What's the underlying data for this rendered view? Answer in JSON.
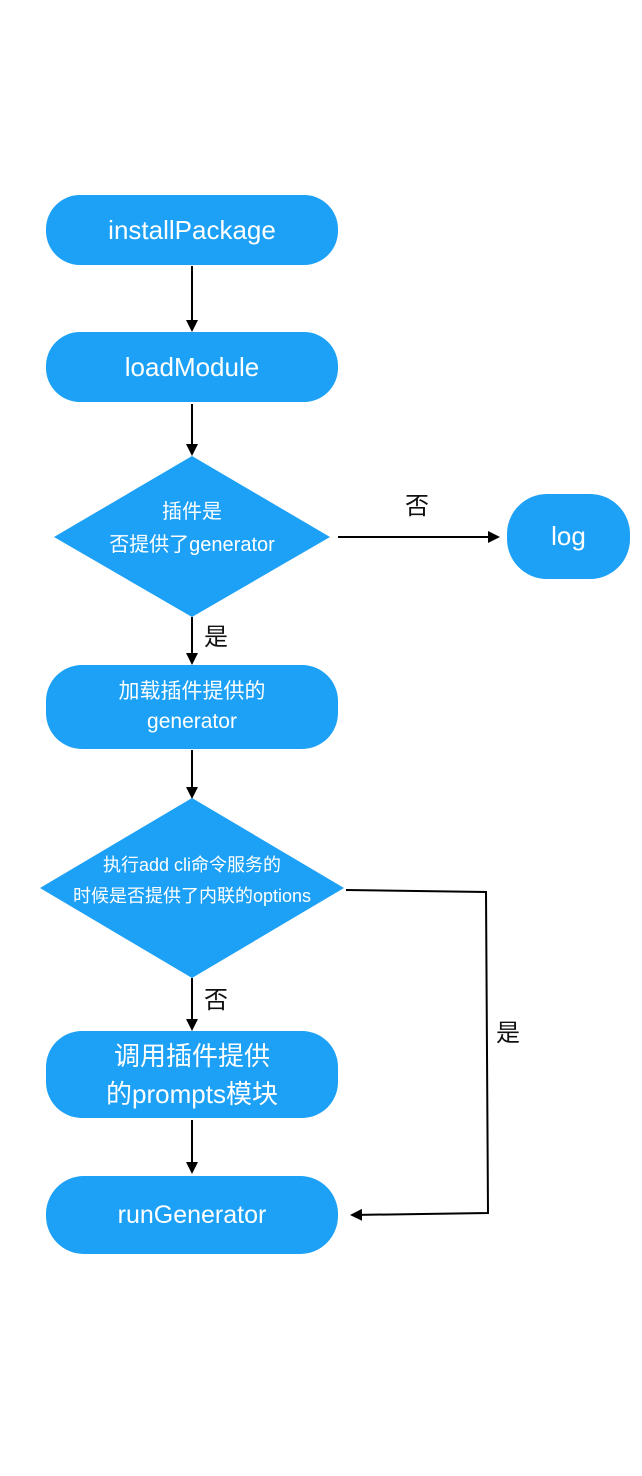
{
  "nodes": {
    "install_package": "installPackage",
    "load_module": "loadModule",
    "decision_generator": [
      "插件是",
      "否提供了generator"
    ],
    "log": "log",
    "load_generator": [
      "加载插件提供的",
      "generator"
    ],
    "decision_options": [
      "执行add cli命令服务的",
      "时候是否提供了内联的options"
    ],
    "call_prompts": [
      "调用插件提供",
      "的prompts模块"
    ],
    "run_generator": "runGenerator"
  },
  "edge_labels": {
    "generator_no": "否",
    "generator_yes": "是",
    "options_no": "否",
    "options_yes": "是"
  },
  "colors": {
    "node_fill": "#1ca1f7",
    "node_text": "#ffffff",
    "edge": "#000000"
  }
}
